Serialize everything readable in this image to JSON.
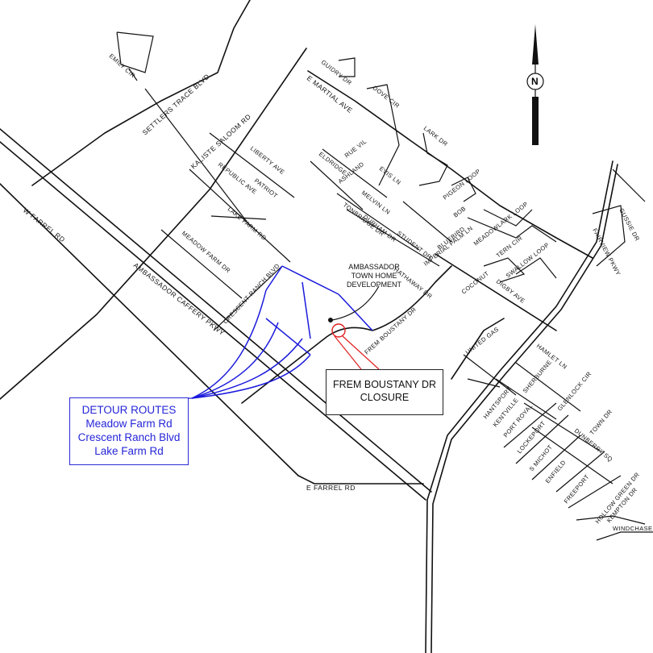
{
  "detour": {
    "title": "DETOUR ROUTES",
    "routes": [
      "Meadow Farm Rd",
      "Crescent Ranch Blvd",
      "Lake Farm Rd"
    ],
    "color": "#1a1adc"
  },
  "closure": {
    "line1": "FREM BOUSTANY DR",
    "line2": "CLOSURE",
    "marker_color": "#e02020"
  },
  "development": {
    "line1": "AMBASSADOR",
    "line2": "TOWN HOME",
    "line3": "DEVELOPMENT"
  },
  "north_arrow": {
    "letter": "N"
  },
  "streets": {
    "w_farrel": "W FARREL RD",
    "ambassador": "AMBASSADOR CAFFERY PKWY",
    "e_farrel": "E FARREL RD",
    "settlers": "SETTLERS TRACE BLVD",
    "kaliste": "KALISTE SALOOM RD",
    "emily": "EMILY CIR",
    "e_martial": "E MARTIAL AVE",
    "guidry": "GUIDRY DR",
    "dove": "DOVE CIR",
    "lark": "LARK DR",
    "liberty": "LIBERTY AVE",
    "republic": "REPUBLIC AVE",
    "patriot": "PATRIOT",
    "lake_farm": "LAKE FARM RD",
    "meadow_farm": "MEADOW FARM DR",
    "crescent": "CRESCENT RANCH BLVD",
    "eldridge": "ELDRIDGE",
    "rue_vil": "RUE VIL",
    "ashland": "ASHLAND",
    "evis": "EVIS LN",
    "melvin": "MELVIN LN",
    "tonbridge": "TONBRIDGE DR",
    "durham": "DURHAM DR",
    "student": "STUDENT DR",
    "frem": "FREM BOUSTANY DR",
    "hathaway": "HATHAWAY DR",
    "pigeon": "PIGEON LOOP",
    "bob": "BOB",
    "bluebird": "BLUEBIRD",
    "imperial": "IMPERIAL PALM LN",
    "coconut": "COCONUT",
    "digby": "DIGBY AVE",
    "tern": "TERN CIR",
    "swallow": "SWALLOW LOOP",
    "fairview": "FAIRVIEW PKWY",
    "gussie": "GUSSIE DR",
    "united_gas": "UNITED GAS",
    "hamlet": "HAMLET LN",
    "windchase": "WINDCHASE",
    "hollow": "HOLLOW GREEN DR",
    "kempton": "KEMPTON DR",
    "freeport": "FREEPORT",
    "enfield": "ENFIELD",
    "s_michot": "S MICHOT",
    "lockeport": "LOCKEPORT",
    "port_royal": "PORT ROYAL",
    "kentville": "KENTVILLE",
    "hantsport": "HANTSPORT",
    "glenlock": "GLENLOCK CIR",
    "town": "TOWN DR",
    "dunberry": "DUNBERRY SQ",
    "sherburne": "SHERBURNE",
    "meadowlark": "MEADOWLARK LOOP"
  }
}
